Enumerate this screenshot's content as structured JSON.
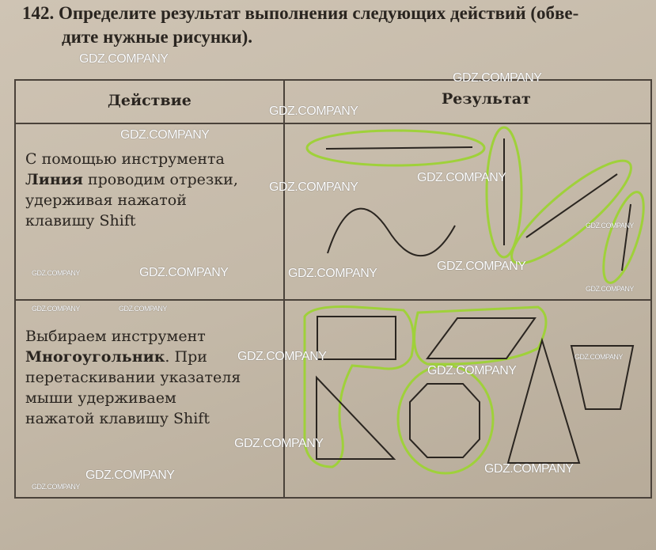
{
  "task": {
    "number": "142.",
    "line1": "Определите результат выполнения следующих действий (обве-",
    "line2": "дите нужные рисунки)."
  },
  "table": {
    "headers": [
      "Действие",
      "Результат"
    ],
    "rows": [
      {
        "pre": "С помощью инструмента",
        "bold": "Линия",
        "post1": " проводим отрезки,",
        "post2": "удерживая нажатой",
        "post3": "клавишу Shift"
      },
      {
        "pre": "Выбираем инструмент",
        "bold": "Многоугольник",
        "post1": ". При",
        "post2": "перетаскивании указателя",
        "post3": "мыши удерживаем",
        "post4": "нажатой клавишу Shift"
      }
    ]
  },
  "watermark": "GDZ.COMPANY",
  "colors": {
    "highlight": "#9fd13a",
    "ink": "#2a2520"
  }
}
